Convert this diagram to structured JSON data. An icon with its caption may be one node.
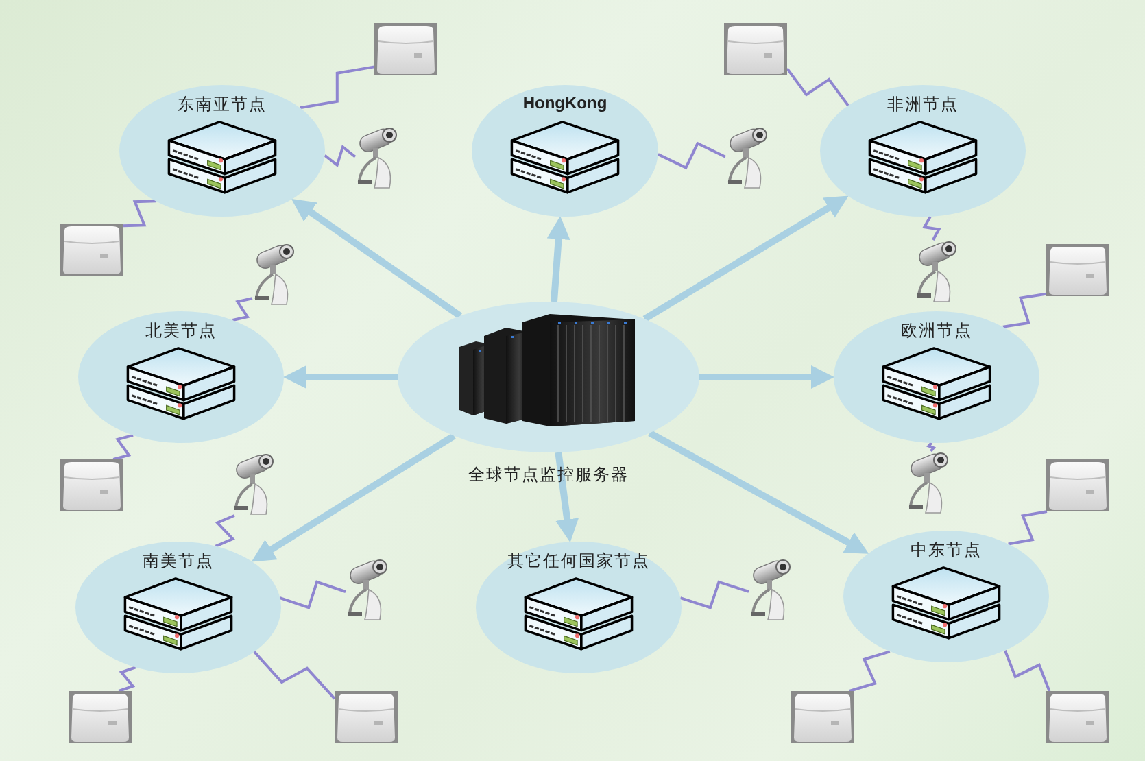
{
  "diagram": {
    "nodes": [
      {
        "text": [
          "东南亚节点"
        ]
      },
      {
        "text": [
          "HongKong"
        ]
      },
      {
        "text": [
          "非洲节点"
        ]
      },
      {
        "text": [
          "北美节点"
        ]
      },
      {
        "text": [
          "全球节点监控服务器"
        ]
      },
      {
        "text": [
          "欧洲节点"
        ]
      },
      {
        "text": [
          "南美节点"
        ]
      },
      {
        "text": [
          "其它任何国家节点"
        ]
      },
      {
        "text": [
          "中东节点"
        ]
      },
      {
        "text": [],
        "shape": "picture"
      },
      {
        "text": [],
        "shape": "picture"
      },
      {
        "text": [],
        "shape": "picture"
      },
      {
        "text": [],
        "shape": "picture"
      },
      {
        "text": [],
        "shape": "picture"
      },
      {
        "text": [],
        "shape": "picture"
      },
      {
        "text": [],
        "shape": "picture"
      },
      {
        "text": [],
        "shape": "picture"
      },
      {
        "text": [],
        "shape": "picture"
      },
      {
        "text": [],
        "shape": "picture"
      },
      {
        "text": [],
        "shape": "picture"
      },
      {
        "text": [],
        "shape": "picture"
      },
      {
        "text": [],
        "shape": "picture"
      },
      {
        "text": [],
        "shape": "picture"
      },
      {
        "text": [],
        "shape": "picture"
      },
      {
        "text": [],
        "shape": "picture"
      },
      {
        "text": [],
        "shape": "picture"
      },
      {
        "text": [],
        "shape": "picture"
      }
    ],
    "edges": [
      {
        "from": 4,
        "to": 0,
        "arrow": "to",
        "style": "thick",
        "color": "#a9d0e2"
      },
      {
        "from": 4,
        "to": 1,
        "arrow": "to",
        "style": "thick",
        "color": "#a9d0e2"
      },
      {
        "from": 4,
        "to": 2,
        "arrow": "to",
        "style": "thick",
        "color": "#a9d0e2"
      },
      {
        "from": 4,
        "to": 3,
        "arrow": "to",
        "style": "thick",
        "color": "#a9d0e2"
      },
      {
        "from": 4,
        "to": 5,
        "arrow": "to",
        "style": "thick",
        "color": "#a9d0e2"
      },
      {
        "from": 4,
        "to": 6,
        "arrow": "to",
        "style": "thick",
        "color": "#a9d0e2"
      },
      {
        "from": 4,
        "to": 7,
        "arrow": "to",
        "style": "thick",
        "color": "#a9d0e2"
      },
      {
        "from": 4,
        "to": 8,
        "arrow": "to",
        "style": "thick",
        "color": "#a9d0e2"
      },
      {
        "from": 0,
        "to": 9,
        "arrow": "none"
      },
      {
        "from": 2,
        "to": 10,
        "arrow": "none"
      },
      {
        "from": 0,
        "to": 11,
        "arrow": "none"
      },
      {
        "from": 5,
        "to": 12,
        "arrow": "none"
      },
      {
        "from": 3,
        "to": 13,
        "arrow": "none"
      },
      {
        "from": 8,
        "to": 14,
        "arrow": "none"
      },
      {
        "from": 6,
        "to": 15,
        "arrow": "none"
      },
      {
        "from": 6,
        "to": 16,
        "arrow": "none"
      },
      {
        "from": 8,
        "to": 17,
        "arrow": "none"
      },
      {
        "from": 8,
        "to": 18,
        "arrow": "none"
      },
      {
        "from": 0,
        "to": 19,
        "arrow": "none"
      },
      {
        "from": 1,
        "to": 20,
        "arrow": "none"
      },
      {
        "from": 3,
        "to": 21,
        "arrow": "none"
      },
      {
        "from": 2,
        "to": 22,
        "arrow": "none"
      },
      {
        "from": 6,
        "to": 23,
        "arrow": "none"
      },
      {
        "from": 5,
        "to": 24,
        "arrow": "none"
      },
      {
        "from": 6,
        "to": 25,
        "arrow": "none"
      },
      {
        "from": 7,
        "to": 26,
        "arrow": "none"
      }
    ]
  }
}
